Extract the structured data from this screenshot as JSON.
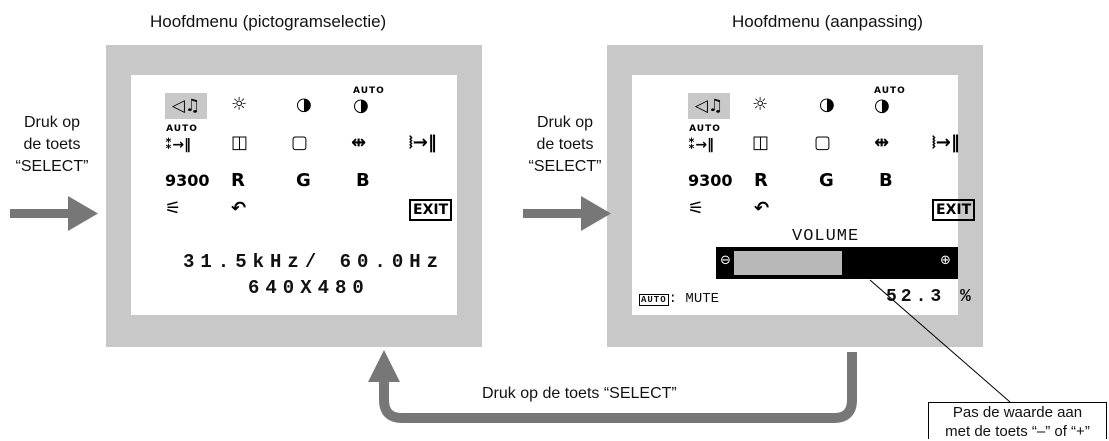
{
  "titles": {
    "left": "Hoofdmenu (pictogramselectie)",
    "right": "Hoofdmenu (aanpassing)"
  },
  "side_instruction": {
    "line1": "Druk op",
    "line2": "de toets",
    "line3": "“SELECT”"
  },
  "bottom_instruction": "Druk op de toets “SELECT”",
  "callout": {
    "line1": "Pas de waarde aan",
    "line2": "met de toets “–” of “+”"
  },
  "icons": {
    "auto": "AUTO",
    "preset": "9300",
    "r": "R",
    "g": "G",
    "b": "B",
    "exit": "EXIT"
  },
  "left_screen": {
    "freq": "31.5kHz/ 60.0Hz",
    "res": "640X480"
  },
  "right_screen": {
    "slider_label": "VOLUME",
    "auto_tag": "AUTO",
    "mute_label": ": MUTE",
    "value": "52.3 %",
    "minus": "⊖",
    "plus": "⊕",
    "fill_fraction": 0.523
  }
}
